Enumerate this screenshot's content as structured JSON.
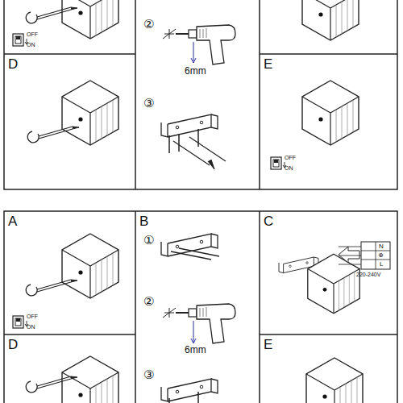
{
  "diagram": {
    "labels": [
      "OFF",
      "ON",
      "②",
      "6mm",
      "D",
      "③",
      "E",
      "OFF",
      "ON",
      "A",
      "B",
      "C",
      "①",
      "220-240V",
      "N",
      "⊕",
      "L",
      "OFF",
      "ON",
      "②",
      "6mm",
      "D",
      "③",
      "E"
    ]
  }
}
